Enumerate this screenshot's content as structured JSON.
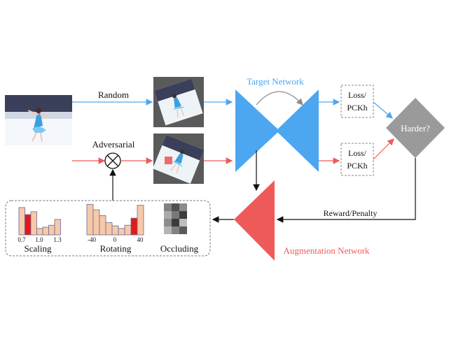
{
  "labels": {
    "random": "Random",
    "adversarial": "Adversarial",
    "target_network": "Target Network",
    "augmentation_network": "Augmentation Network",
    "loss_top_1": "Loss/",
    "loss_top_2": "PCKh",
    "loss_bottom_1": "Loss/",
    "loss_bottom_2": "PCKh",
    "harder": "Harder?",
    "reward_penalty": "Reward/Penalty",
    "scaling": "Scaling",
    "rotating": "Rotating",
    "occluding": "Occluding"
  },
  "scaling_ticks": [
    "0.7",
    "1.0",
    "1.3"
  ],
  "rotating_ticks": [
    "-40",
    "0",
    "40"
  ],
  "scaling_hist": {
    "values": [
      0.85,
      0.63,
      0.72,
      0.2,
      0.24,
      0.3,
      0.48
    ],
    "highlight_index": 1
  },
  "rotating_hist": {
    "values": [
      0.95,
      0.78,
      0.6,
      0.38,
      0.28,
      0.2,
      0.3,
      0.52,
      0.92
    ],
    "highlight_index": 7
  },
  "occluding_grid": [
    [
      0.55,
      0.3,
      0.6
    ],
    [
      0.75,
      0.5,
      0.2
    ],
    [
      0.6,
      0.2,
      0.85
    ],
    [
      0.8,
      0.55,
      0.35
    ]
  ],
  "colors": {
    "blue": "#4da6f0",
    "red": "#ee5a5a",
    "gray": "#9a9a9a",
    "bar_fill": "#f7c9a8",
    "bar_highlight": "#e11a1a",
    "bar_stroke": "#6a6a9a"
  }
}
